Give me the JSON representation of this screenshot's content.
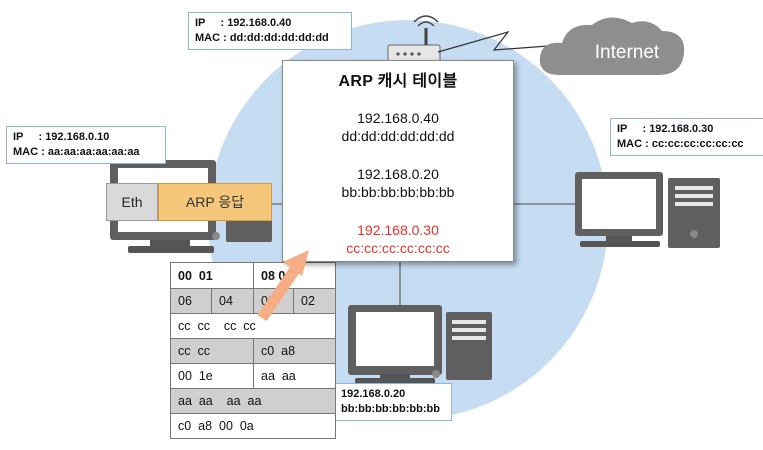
{
  "cloud": {
    "label": "Internet"
  },
  "router_info": {
    "ip_line": "IP     : 192.168.0.40",
    "mac_line": "MAC : dd:dd:dd:dd:dd:dd"
  },
  "host_a_info": {
    "ip_line": "IP     : 192.168.0.10",
    "mac_line": "MAC : aa:aa:aa:aa:aa:aa"
  },
  "host_c_info": {
    "ip_line": "IP     : 192.168.0.30",
    "mac_line": "MAC : cc:cc:cc:cc:cc:cc"
  },
  "host_b_info": {
    "ip_line": "192.168.0.20",
    "mac_line": "bb:bb:bb:bb:bb:bb"
  },
  "arp_cache": {
    "title": "ARP 캐시 테이블",
    "entries": [
      {
        "ip": "192.168.0.40",
        "mac": "dd:dd:dd:dd:dd:dd"
      },
      {
        "ip": "192.168.0.20",
        "mac": "bb:bb:bb:bb:bb:bb"
      },
      {
        "ip": "192.168.0.30",
        "mac": "cc:cc:cc:cc:cc:cc"
      }
    ],
    "highlight_color": "#e8342b"
  },
  "frame": {
    "eth_label": "Eth",
    "arp_label": "ARP 응답"
  },
  "packet": {
    "rows": [
      [
        "00  01",
        "08 00"
      ],
      [
        "06",
        "04",
        "00",
        "02"
      ],
      [
        "cc  cc    cc  cc"
      ],
      [
        "cc  cc",
        "c0  a8"
      ],
      [
        "00  1e",
        "aa  aa"
      ],
      [
        "aa  aa    aa  aa"
      ],
      [
        "c0  a8  00  0a"
      ]
    ]
  }
}
